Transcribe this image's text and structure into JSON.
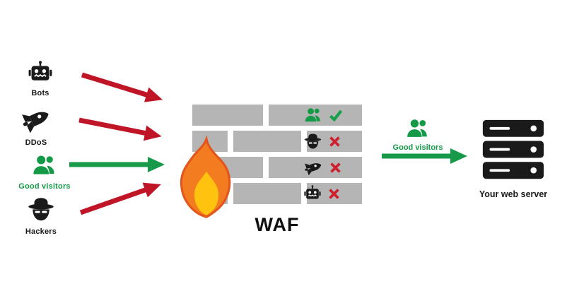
{
  "colors": {
    "arrow_red": "#c01527",
    "arrow_green": "#169a49",
    "visitor_green": "#149a46",
    "brick_gray": "#b5b5b5",
    "icon_black": "#1a1a1a",
    "flame_outer": "#f47c20",
    "flame_edge": "#e2561c",
    "flame_inner": "#ffc20e",
    "check_green": "#17a04b",
    "cross_red": "#cd1f2d"
  },
  "sources": [
    {
      "label": "Bots",
      "icon": "robot-icon",
      "arrow": "red"
    },
    {
      "label": "DDoS",
      "icon": "missile-icon",
      "arrow": "red"
    },
    {
      "label": "Good visitors",
      "icon": "users-icon",
      "arrow": "green"
    },
    {
      "label": "Hackers",
      "icon": "hacker-icon",
      "arrow": "red"
    }
  ],
  "firewall": {
    "label": "WAF",
    "decisions": [
      {
        "icon": "users-icon",
        "result": "allowed",
        "mark": "check"
      },
      {
        "icon": "hacker-icon",
        "result": "blocked",
        "mark": "cross"
      },
      {
        "icon": "missile-icon",
        "result": "blocked",
        "mark": "cross"
      },
      {
        "icon": "robot-icon",
        "result": "blocked",
        "mark": "cross"
      }
    ]
  },
  "output": {
    "label": "Good visitors",
    "icon": "users-icon"
  },
  "server": {
    "label": "Your web server",
    "icon": "server-icon"
  }
}
